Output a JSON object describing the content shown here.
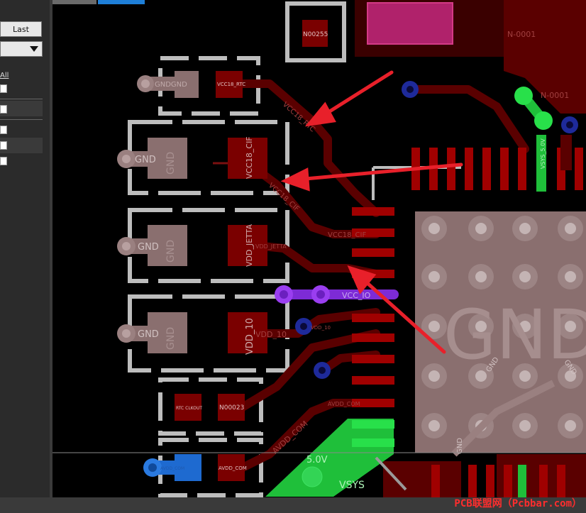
{
  "sidebar": {
    "last_button": "Last",
    "select_all": "All"
  },
  "colors": {
    "copper_dark": "#5a0000",
    "pad": "#7a0000",
    "silk": "#c8c8c8",
    "keepout_pink": "#b0226b",
    "via_blue": "#1e2a9a",
    "net_green": "#1fbf3a",
    "net_purple": "#7d2bd6",
    "arrow": "#e8202a",
    "gnd_pad": "#8a6f6f"
  },
  "labels": {
    "n00255": "N00255",
    "n0001a": "N-0001",
    "n0001b": "N-0001",
    "vcc18_rtc_top": "VCC18_RTC",
    "vcc18_rtc_trace": "VCC18_RTC",
    "gndgnd": "GNDGND",
    "gnd1": "GND",
    "gnd1v": "GND",
    "vcc18_cif_pad": "VCC18_CIF",
    "vcc18_cif_trace": "VCC18_CIF",
    "vcc18_cif_trace2": "VCC18_CIF",
    "gnd2": "GND",
    "gnd2v": "GND",
    "vdd_jetta": "VDD_JETTA",
    "vdd_jetta_trace": "VDD_JETTA",
    "vcc_io": "VCC_IO",
    "gnd3": "GND",
    "gnd3v": "GND",
    "vdd_10": "VDD_10",
    "vdd_10_trace": "VDD_10",
    "vdd_10_via": "VDD_10",
    "rtc_clkout": "RTC CLKOUT",
    "n00023": "N00023",
    "avdd_com": "AVDD_COM",
    "avdd_com_trace": "AVDD_COM",
    "avdd_com_pad": "AVDD_COM",
    "avdd_com_via": "AVDD_COM",
    "vsys_5v_top": "VSYS_5.0V",
    "vsys_5v": "5.0V",
    "vsys": "VSYS",
    "gnd_big": "GND",
    "gnd_small1": "GND",
    "gnd_small2": "GND",
    "gnd_bottom": "GND"
  },
  "watermark": "PCB联盟网（Pcbbar.com）"
}
